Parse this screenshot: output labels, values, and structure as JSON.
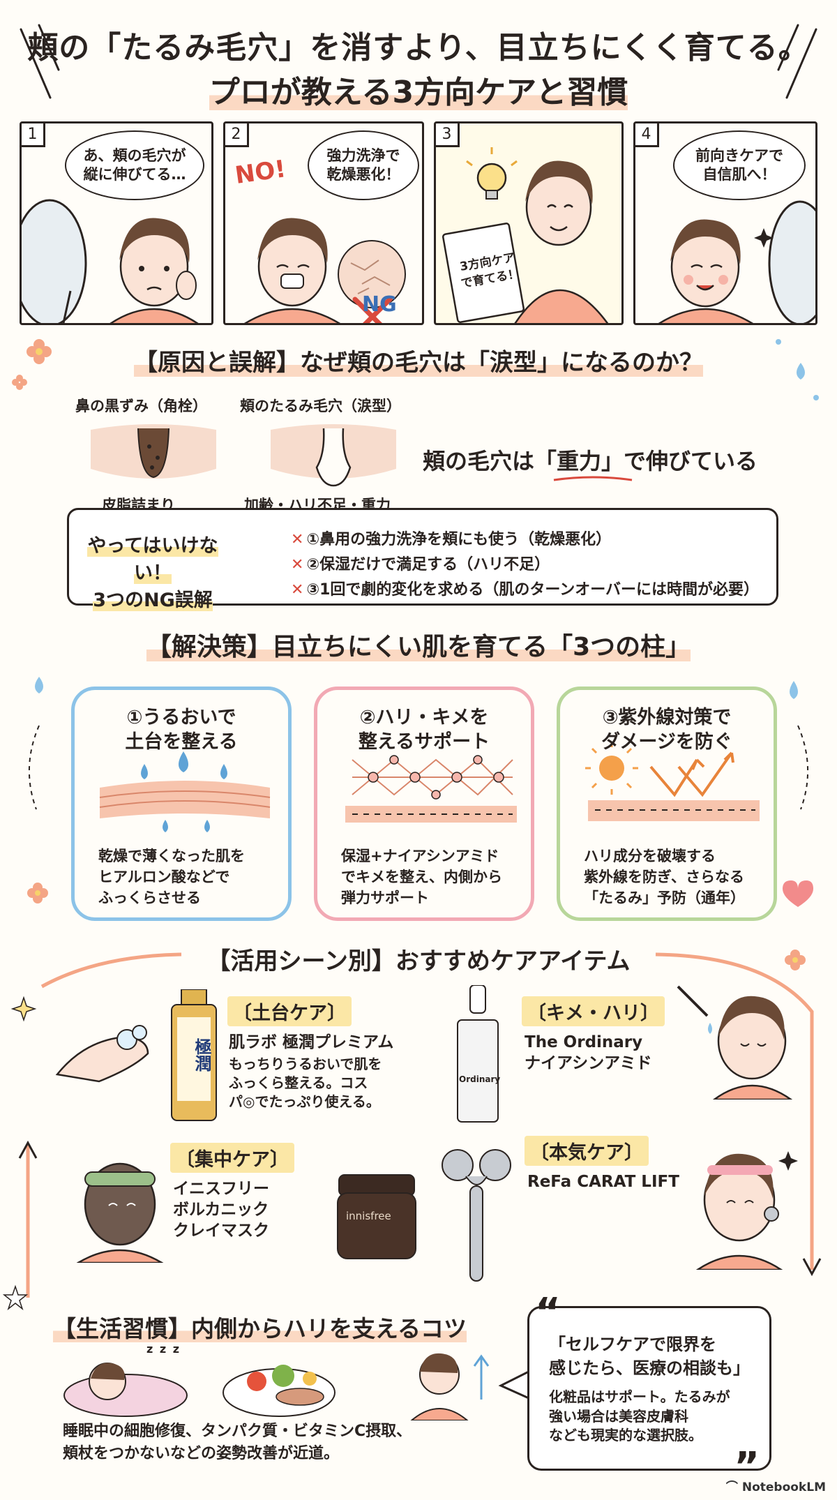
{
  "header": {
    "title_line1": "頬の「たるみ毛穴」を消すより、目立ちにくく育てる。",
    "title_line2": "プロが教える3方向ケアと習慣"
  },
  "comic": {
    "panels": [
      {
        "num": "1",
        "bubble": "あ、頬の毛穴が\n縦に伸びてる…"
      },
      {
        "num": "2",
        "bubble": "強力洗浄で\n乾燥悪化！",
        "no_label": "NO!",
        "ng_label": "NG"
      },
      {
        "num": "3",
        "notebook": "3方向ケア\nで育てる！"
      },
      {
        "num": "4",
        "bubble": "前向きケアで\n自信肌へ！"
      }
    ]
  },
  "cause": {
    "heading": "【原因と誤解】なぜ頬の毛穴は「涙型」になるのか？",
    "nose_label": "鼻の黒ずみ（角栓）",
    "nose_caption": "皮脂詰まり",
    "cheek_label": "頬のたるみ毛穴（涙型）",
    "cheek_caption": "加齢・ハリ不足・重力",
    "gravity_statement": "頬の毛穴は「重力」で伸びている",
    "mistake_title": "やってはいけない！\n3つのNG誤解",
    "mistakes": [
      "①鼻用の強力洗浄を頬にも使う（乾燥悪化）",
      "②保湿だけで満足する（ハリ不足）",
      "③1回で劇的変化を求める（肌のターンオーバーには時間が必要）"
    ]
  },
  "solution": {
    "heading": "【解決策】目立ちにくい肌を育てる「3つの柱」",
    "pillars": [
      {
        "title": "①うるおいで\n土台を整える",
        "text": "乾燥で薄くなった肌を\nヒアルロン酸などで\nふっくらさせる",
        "color": "#8cc3e8"
      },
      {
        "title": "②ハリ・キメを\n整えるサポート",
        "text": "保湿+ナイアシンアミド\nでキメを整え、内側から\n弾力サポート",
        "color": "#f2a9b4"
      },
      {
        "title": "③紫外線対策で\nダメージを防ぐ",
        "text": "ハリ成分を破壊する\n紫外線を防ぎ、さらなる\n「たるみ」予防（通年）",
        "color": "#b8d69a"
      }
    ]
  },
  "scenes": {
    "heading": "【活用シーン別】おすすめケアアイテム",
    "items": [
      {
        "tag": "〔土台ケア〕",
        "name": "肌ラボ 極潤プレミアム",
        "desc": "もっちりうるおいで肌を\nふっくら整える。コス\nパ◎でたっぷり使える。",
        "bottle_text": "極潤"
      },
      {
        "tag": "〔キメ・ハリ〕",
        "name": "The Ordinary\nナイアシンアミド",
        "bottle_text": "Ordinary"
      },
      {
        "tag": "〔集中ケア〕",
        "name": "イニスフリー\nボルカニック\nクレイマスク",
        "jar_text": "innisfree"
      },
      {
        "tag": "〔本気ケア〕",
        "name": "ReFa CARAT LIFT"
      }
    ]
  },
  "habits": {
    "heading": "【生活習慣】内側からハリを支えるコツ",
    "text": "睡眠中の細胞修復、タンパク質・ビタミンC摂取、\n頬杖をつかないなどの姿勢改善が近道。",
    "zzz": "z z z",
    "quote_main": "「セルフケアで限界を\n感じたら、医療の相談も」",
    "quote_sub": "化粧品はサポート。たるみが\n強い場合は美容皮膚科\nなども現実的な選択肢。"
  },
  "brand": "NotebookLM",
  "colors": {
    "accent_peach": "#fbd9c3",
    "accent_yellow": "#fbe7a6",
    "ng_red": "#d94a3d",
    "ink": "#2a2320"
  }
}
